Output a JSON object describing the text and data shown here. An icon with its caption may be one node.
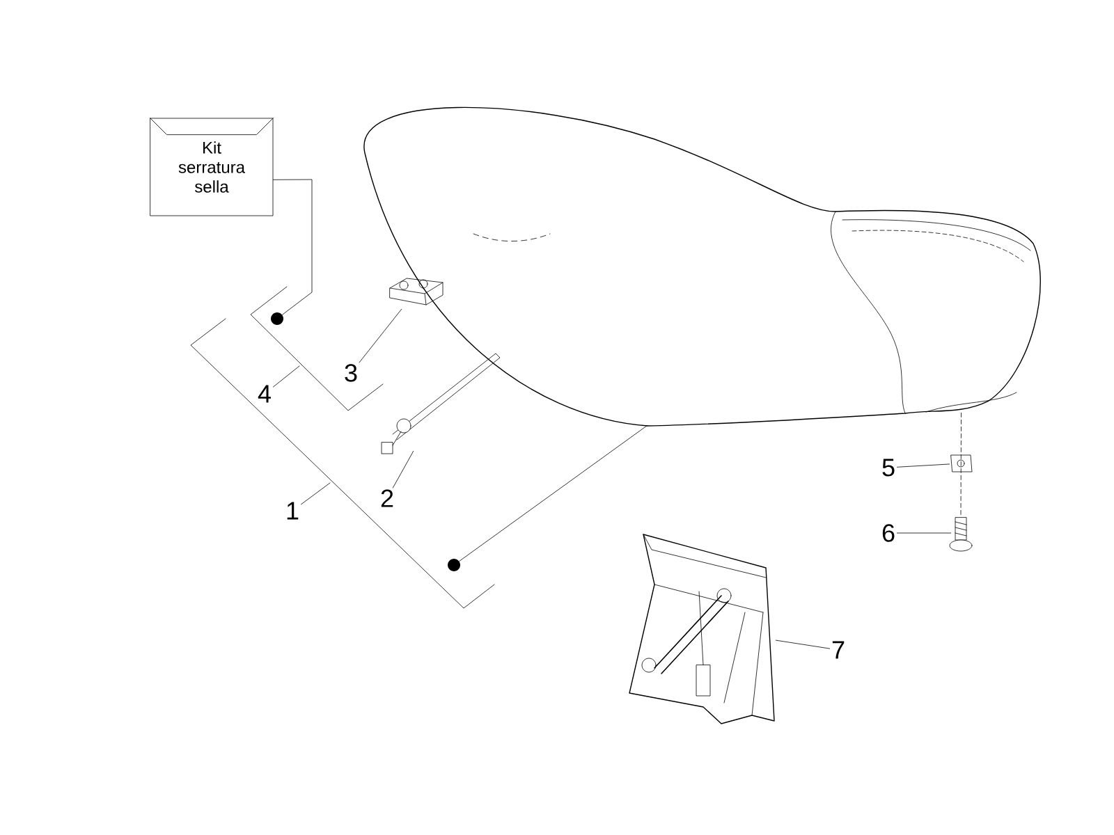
{
  "diagram": {
    "nodes": [
      {
        "text": [
          "Kit serratura sella"
        ]
      },
      {
        "text": [],
        "shape": "circle"
      },
      {
        "text": [],
        "shape": "circle"
      },
      {
        "text": [],
        "shape": "picture"
      },
      {
        "text": [],
        "shape": "picture"
      },
      {
        "text": [
          "3"
        ]
      },
      {
        "text": [
          "2"
        ]
      },
      {
        "text": [
          "4"
        ]
      },
      {
        "text": [
          "1"
        ]
      },
      {
        "text": [],
        "shape": "picture"
      },
      {
        "text": [
          "5"
        ]
      },
      {
        "text": [],
        "shape": "picture"
      },
      {
        "text": [
          "6"
        ]
      },
      {
        "text": [],
        "shape": "picture"
      },
      {
        "text": [
          "7"
        ]
      },
      {
        "text": [],
        "shape": "picture"
      }
    ],
    "edges": [
      {
        "from": 0,
        "to": 1,
        "arrow": "none"
      },
      {
        "from": 2,
        "to": 9,
        "arrow": "none"
      },
      {
        "from": 5,
        "to": 3,
        "arrow": "none"
      },
      {
        "from": 6,
        "to": 4,
        "arrow": "none"
      },
      {
        "from": 10,
        "to": 11,
        "arrow": "none"
      },
      {
        "from": 12,
        "to": 13,
        "arrow": "none"
      },
      {
        "from": 14,
        "to": 15,
        "arrow": "none"
      },
      {
        "from": 9,
        "to": 13,
        "arrow": "none",
        "style": "dashed"
      },
      {
        "from": 7,
        "to": null,
        "arrow": "none"
      },
      {
        "from": 8,
        "to": null,
        "arrow": "none"
      }
    ]
  }
}
